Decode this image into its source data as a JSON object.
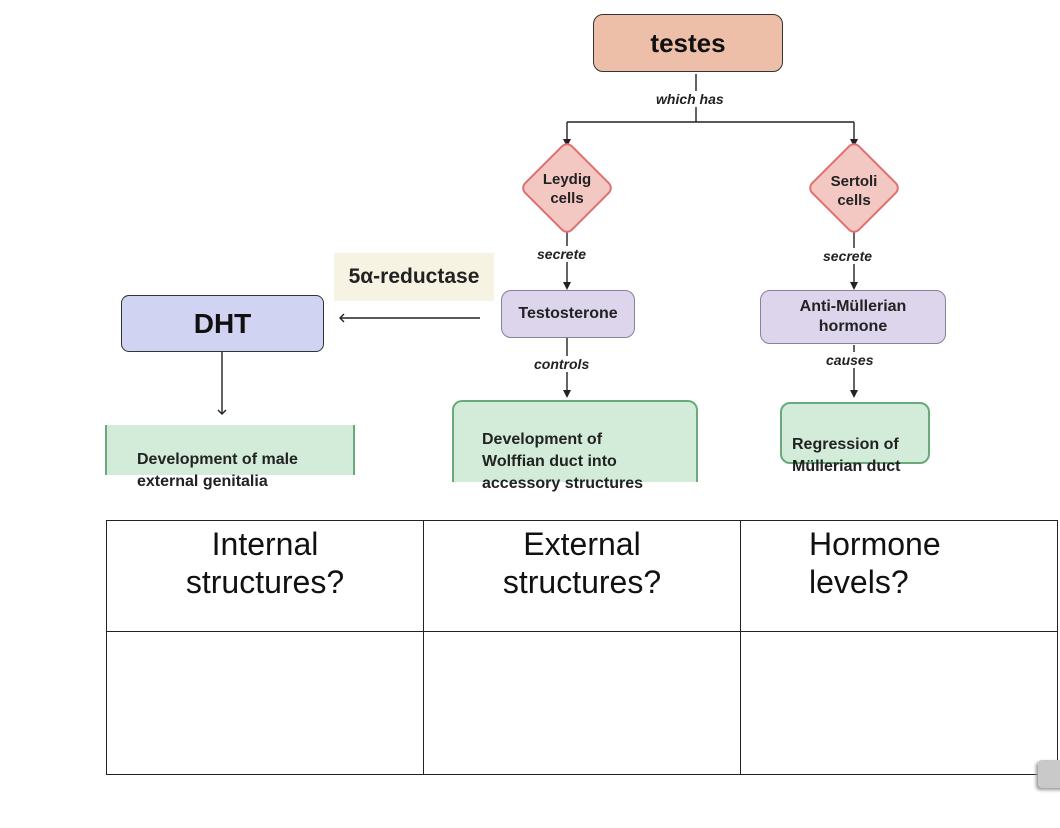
{
  "diagram": {
    "testes": "testes",
    "which_has": "which has",
    "leydig": "Leydig\ncells",
    "sertoli": "Sertoli\ncells",
    "secrete_left": "secrete",
    "secrete_right": "secrete",
    "testosterone": "Testosterone",
    "amh": "Anti-Müllerian\nhormone",
    "controls": "controls",
    "causes": "causes",
    "wolffian": "Development of\nWolffian duct into\naccessory structures",
    "mullerian": "Regression of\nMüllerian duct",
    "reductase": "5α-reductase",
    "dht": "DHT",
    "external_genitalia": "Development of male\nexternal genitalia"
  },
  "table": {
    "headers": [
      "Internal\nstructures?",
      "External\nstructures?",
      "Hormone\nlevels?"
    ],
    "row": [
      "",
      "",
      ""
    ]
  },
  "colors": {
    "testes_fill": "#eebfa8",
    "diamond_fill": "#f3c7c2",
    "diamond_border": "#e07070",
    "hormone_fill": "#dcd5ec",
    "result_fill": "#d2ecd9",
    "result_border": "#6aa97a",
    "dht_fill": "#d0d3f2",
    "reductase_fill": "#f7f3e2"
  },
  "icons": [
    "presenter-notes-icon"
  ]
}
